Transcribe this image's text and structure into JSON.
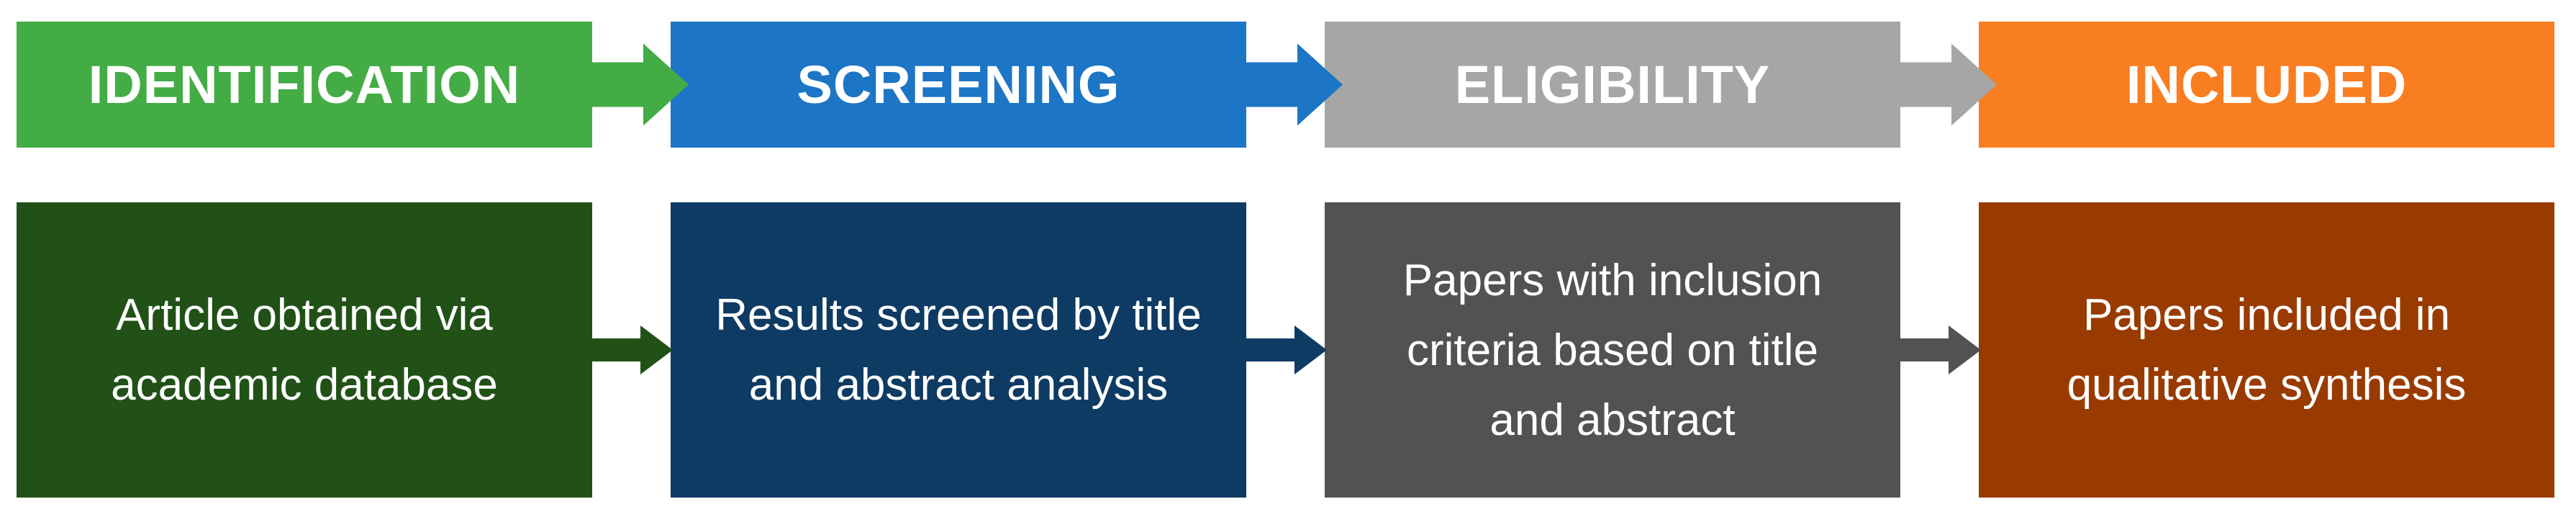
{
  "background_color": "#FFFFFF",
  "diagram_type": "flow",
  "stages": [
    {
      "id": "identification",
      "header": "IDENTIFICATION",
      "description": "Article obtained via academic database",
      "description_lines": [
        "Article obtained via",
        "academic database"
      ],
      "header_color": "#43AC45",
      "body_color": "#215117",
      "text_color": "#FFFFFF"
    },
    {
      "id": "screening",
      "header": "SCREENING",
      "description": "Results screened by title and abstract analysis",
      "description_lines": [
        "Results screened by title",
        "and abstract analysis"
      ],
      "header_color": "#1C75C5",
      "body_color": "#0E3B63",
      "text_color": "#FFFFFF"
    },
    {
      "id": "eligibility",
      "header": "ELIGIBILITY",
      "description": "Papers with inclusion criteria based on title and abstract",
      "description_lines": [
        "Papers with inclusion",
        "criteria based on title",
        "and abstract"
      ],
      "header_color": "#A6A6A6",
      "body_color": "#525252",
      "text_color": "#FFFFFF"
    },
    {
      "id": "included",
      "header": "INCLUDED",
      "description": "Papers included in qualitative synthesis",
      "description_lines": [
        "Papers included in",
        "qualitative synthesis"
      ],
      "header_color": "#F97D21",
      "body_color": "#993B00",
      "text_color": "#FFFFFF"
    }
  ]
}
